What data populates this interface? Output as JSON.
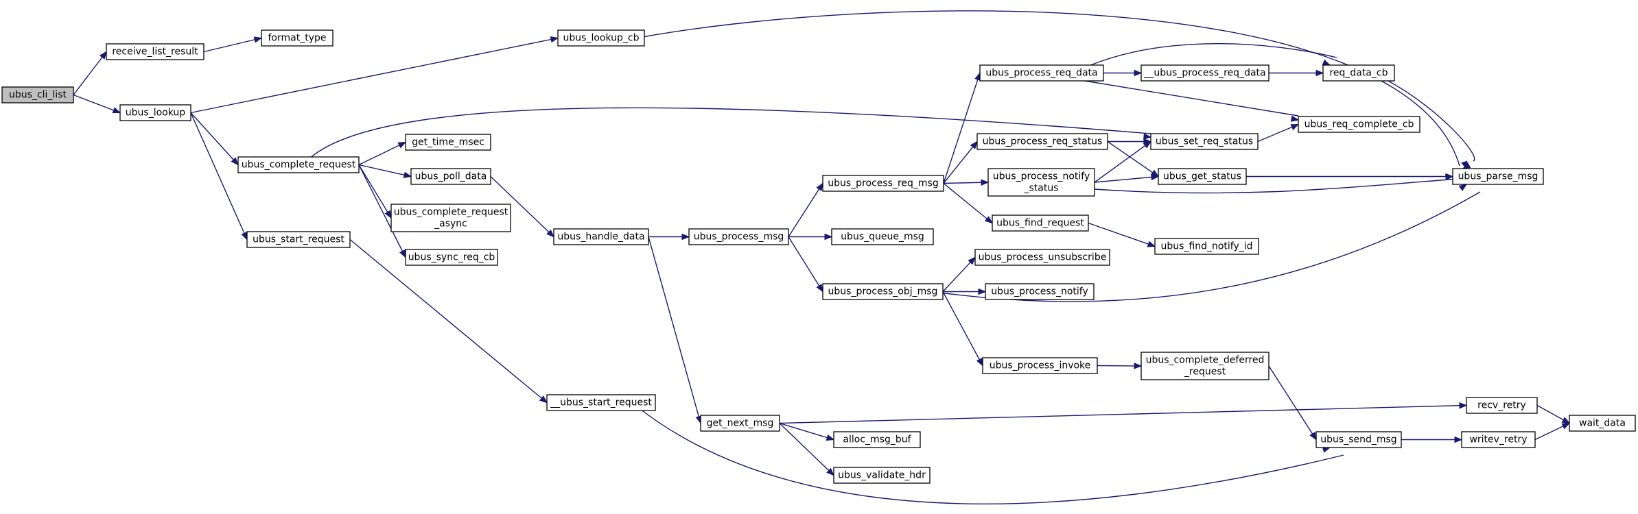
{
  "diagram": {
    "type": "call-graph",
    "nodes": [
      {
        "id": "ubus_cli_list",
        "lines": [
          "ubus_cli_list"
        ],
        "highlight": true
      },
      {
        "id": "receive_list_result",
        "lines": [
          "receive_list_result"
        ]
      },
      {
        "id": "format_type",
        "lines": [
          "format_type"
        ]
      },
      {
        "id": "ubus_lookup",
        "lines": [
          "ubus_lookup"
        ]
      },
      {
        "id": "ubus_lookup_cb",
        "lines": [
          "ubus_lookup_cb"
        ]
      },
      {
        "id": "ubus_complete_request",
        "lines": [
          "ubus_complete_request"
        ]
      },
      {
        "id": "ubus_start_request",
        "lines": [
          "ubus_start_request"
        ]
      },
      {
        "id": "get_time_msec",
        "lines": [
          "get_time_msec"
        ]
      },
      {
        "id": "ubus_poll_data",
        "lines": [
          "ubus_poll_data"
        ]
      },
      {
        "id": "ubus_complete_request_async",
        "lines": [
          "ubus_complete_request",
          "_async"
        ]
      },
      {
        "id": "ubus_sync_req_cb",
        "lines": [
          "ubus_sync_req_cb"
        ]
      },
      {
        "id": "ubus_handle_data",
        "lines": [
          "ubus_handle_data"
        ]
      },
      {
        "id": "__ubus_start_request",
        "lines": [
          "__ubus_start_request"
        ]
      },
      {
        "id": "ubus_process_msg",
        "lines": [
          "ubus_process_msg"
        ]
      },
      {
        "id": "get_next_msg",
        "lines": [
          "get_next_msg"
        ]
      },
      {
        "id": "ubus_process_req_msg",
        "lines": [
          "ubus_process_req_msg"
        ]
      },
      {
        "id": "ubus_queue_msg",
        "lines": [
          "ubus_queue_msg"
        ]
      },
      {
        "id": "ubus_process_obj_msg",
        "lines": [
          "ubus_process_obj_msg"
        ]
      },
      {
        "id": "alloc_msg_buf",
        "lines": [
          "alloc_msg_buf"
        ]
      },
      {
        "id": "ubus_validate_hdr",
        "lines": [
          "ubus_validate_hdr"
        ]
      },
      {
        "id": "ubus_process_req_data",
        "lines": [
          "ubus_process_req_data"
        ]
      },
      {
        "id": "ubus_process_req_status",
        "lines": [
          "ubus_process_req_status"
        ]
      },
      {
        "id": "ubus_process_notify_status",
        "lines": [
          "ubus_process_notify",
          "_status"
        ]
      },
      {
        "id": "ubus_find_request",
        "lines": [
          "ubus_find_request"
        ]
      },
      {
        "id": "ubus_process_unsubscribe",
        "lines": [
          "ubus_process_unsubscribe"
        ]
      },
      {
        "id": "ubus_process_notify",
        "lines": [
          "ubus_process_notify"
        ]
      },
      {
        "id": "ubus_process_invoke",
        "lines": [
          "ubus_process_invoke"
        ]
      },
      {
        "id": "__ubus_process_req_data",
        "lines": [
          "__ubus_process_req_data"
        ]
      },
      {
        "id": "ubus_set_req_status",
        "lines": [
          "ubus_set_req_status"
        ]
      },
      {
        "id": "ubus_get_status",
        "lines": [
          "ubus_get_status"
        ]
      },
      {
        "id": "ubus_find_notify_id",
        "lines": [
          "ubus_find_notify_id"
        ]
      },
      {
        "id": "ubus_complete_deferred_request",
        "lines": [
          "ubus_complete_deferred",
          "_request"
        ]
      },
      {
        "id": "req_data_cb",
        "lines": [
          "req_data_cb"
        ]
      },
      {
        "id": "ubus_req_complete_cb",
        "lines": [
          "ubus_req_complete_cb"
        ]
      },
      {
        "id": "ubus_send_msg",
        "lines": [
          "ubus_send_msg"
        ]
      },
      {
        "id": "ubus_parse_msg",
        "lines": [
          "ubus_parse_msg"
        ]
      },
      {
        "id": "recv_retry",
        "lines": [
          "recv_retry"
        ]
      },
      {
        "id": "writev_retry",
        "lines": [
          "writev_retry"
        ]
      },
      {
        "id": "wait_data",
        "lines": [
          "wait_data"
        ]
      }
    ],
    "edges": [
      [
        "ubus_cli_list",
        "receive_list_result"
      ],
      [
        "receive_list_result",
        "format_type"
      ],
      [
        "ubus_cli_list",
        "ubus_lookup"
      ],
      [
        "ubus_lookup",
        "ubus_lookup_cb"
      ],
      [
        "ubus_lookup_cb",
        "ubus_parse_msg"
      ],
      [
        "ubus_lookup",
        "ubus_complete_request"
      ],
      [
        "ubus_lookup",
        "ubus_start_request"
      ],
      [
        "ubus_complete_request",
        "ubus_set_req_status"
      ],
      [
        "ubus_complete_request",
        "get_time_msec"
      ],
      [
        "ubus_complete_request",
        "ubus_poll_data"
      ],
      [
        "ubus_complete_request",
        "ubus_complete_request_async"
      ],
      [
        "ubus_complete_request",
        "ubus_sync_req_cb"
      ],
      [
        "ubus_poll_data",
        "ubus_handle_data"
      ],
      [
        "ubus_start_request",
        "__ubus_start_request"
      ],
      [
        "__ubus_start_request",
        "ubus_send_msg"
      ],
      [
        "ubus_handle_data",
        "ubus_process_msg"
      ],
      [
        "ubus_handle_data",
        "get_next_msg"
      ],
      [
        "ubus_process_msg",
        "ubus_process_req_msg"
      ],
      [
        "ubus_process_msg",
        "ubus_queue_msg"
      ],
      [
        "ubus_process_msg",
        "ubus_process_obj_msg"
      ],
      [
        "ubus_process_req_msg",
        "ubus_process_req_data"
      ],
      [
        "ubus_process_req_msg",
        "ubus_process_req_status"
      ],
      [
        "ubus_process_req_msg",
        "ubus_process_notify_status"
      ],
      [
        "ubus_process_req_msg",
        "ubus_find_request"
      ],
      [
        "ubus_process_req_data",
        "__ubus_process_req_data"
      ],
      [
        "ubus_process_req_data",
        "req_data_cb"
      ],
      [
        "ubus_process_req_data",
        "ubus_req_complete_cb"
      ],
      [
        "__ubus_process_req_data",
        "req_data_cb"
      ],
      [
        "req_data_cb",
        "ubus_parse_msg"
      ],
      [
        "ubus_process_req_status",
        "ubus_set_req_status"
      ],
      [
        "ubus_process_req_status",
        "ubus_get_status"
      ],
      [
        "ubus_process_notify_status",
        "ubus_set_req_status"
      ],
      [
        "ubus_process_notify_status",
        "ubus_get_status"
      ],
      [
        "ubus_process_notify_status",
        "ubus_parse_msg"
      ],
      [
        "ubus_set_req_status",
        "ubus_req_complete_cb"
      ],
      [
        "ubus_get_status",
        "ubus_parse_msg"
      ],
      [
        "ubus_find_request",
        "ubus_find_notify_id"
      ],
      [
        "ubus_process_obj_msg",
        "ubus_process_unsubscribe"
      ],
      [
        "ubus_process_obj_msg",
        "ubus_process_notify"
      ],
      [
        "ubus_process_obj_msg",
        "ubus_parse_msg"
      ],
      [
        "ubus_process_obj_msg",
        "ubus_process_invoke"
      ],
      [
        "ubus_process_invoke",
        "ubus_complete_deferred_request"
      ],
      [
        "ubus_complete_deferred_request",
        "ubus_send_msg"
      ],
      [
        "get_next_msg",
        "recv_retry"
      ],
      [
        "get_next_msg",
        "alloc_msg_buf"
      ],
      [
        "get_next_msg",
        "ubus_validate_hdr"
      ],
      [
        "recv_retry",
        "wait_data"
      ],
      [
        "ubus_send_msg",
        "writev_retry"
      ],
      [
        "writev_retry",
        "wait_data"
      ]
    ]
  }
}
